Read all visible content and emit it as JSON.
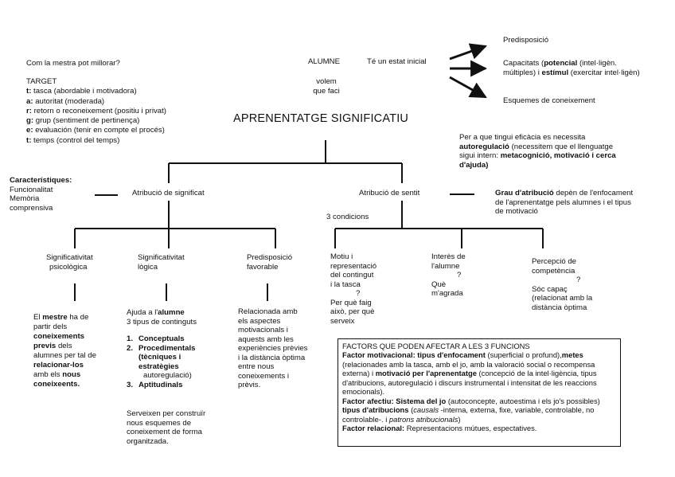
{
  "top_left": {
    "question": "Com la mestra pot millorar?",
    "target_heading": "TARGET",
    "items": [
      {
        "key": "t:",
        "text": " tasca (abordable i motivadora)"
      },
      {
        "key": "a:",
        "text": " autoritat (moderada)"
      },
      {
        "key": "r:",
        "text": " retorn o reconeixement (positiu i privat)"
      },
      {
        "key": "g:",
        "text": " grup (sentiment de pertinença)"
      },
      {
        "key": "e:",
        "text": " evaluación (tenir en compte el procés)"
      },
      {
        "key": "t:",
        "text": " temps (control del temps)"
      }
    ]
  },
  "alumne": {
    "label": "ALUMNE",
    "state": "Té un estat inicial",
    "volem_line1": "volem",
    "volem_line2": "que faci"
  },
  "right_top": {
    "predisposicio": "Predisposició",
    "capacitats_pre": "Capacitats (",
    "potencial": "potencial",
    "capacitats_mid": " (intel·ligèn.",
    "capacitats_line2_pre": "múltiples) i ",
    "estimul": "estímul",
    "capacitats_line2_post": " (exercitar intel·ligèn)",
    "esquemes": "Esquemes de coneixement"
  },
  "main_title": "APRENENTATGE SIGNIFICATIU",
  "autoregulacio": {
    "line1": "Per a que tingui eficàcia es necessita",
    "line2_bold": "autoregulació",
    "line2_rest": " (necessitem que el llenguatge",
    "line3_pre": "sigui intern: ",
    "line3_bold": "metacognició, motivació i cerca",
    "line4_bold": "d'ajuda)"
  },
  "caracteristiques": {
    "heading": "Característiques:",
    "lines": [
      "Funcionalitat",
      "Memòria",
      "comprensiva"
    ]
  },
  "atribucio_significat": "Atribució de significat",
  "atribucio_sentit": "Atribució de sentit",
  "grau": {
    "bold": "Grau d'atribució",
    "line1_rest": " depèn de l'enfocament",
    "line2": "de l'aprenentatge pels alumnes i el tipus",
    "line3": "de motivació"
  },
  "tres_condicions": "3 condicions",
  "significat_children": {
    "psicologica": [
      "Significativitat",
      "psicològica"
    ],
    "logica": [
      "Significativitat",
      "lògica"
    ],
    "predisposicio": [
      "Predisposició",
      "favorable"
    ]
  },
  "mestre": {
    "l1_pre": "El ",
    "l1_bold": "mestre",
    "l1_post": " ha de",
    "l2": "partir dels",
    "l3_bold": "coneixements",
    "l4_bold": "previs",
    "l4_post": " dels",
    "l5": "alumnes per tal de",
    "l6_bold": "relacionar-los",
    "l7_pre": "amb els ",
    "l7_bold": "nous",
    "l8_bold": "coneixeents."
  },
  "ajuda": {
    "l1_pre": "Ajuda a l'",
    "l1_bold": "alumne",
    "l2": "3 tipus de continguts",
    "types": [
      {
        "n": "1.",
        "name": "Conceptuals",
        "sub": ""
      },
      {
        "n": "2.",
        "name": "Procedimentals",
        "sub": ""
      },
      {
        "n": "3.",
        "name": "Aptitudinals",
        "sub": ""
      }
    ],
    "proc_extra1": "(tècniques i",
    "proc_extra2": "estratègies",
    "proc_extra3": "autoregulació)",
    "serveixen": [
      "Serveixen per construïr",
      "nous esquemes de",
      "coneixement de forma",
      "organitzada."
    ]
  },
  "relacionada": [
    "Relacionada amb",
    "els aspectes",
    "motivacionals i",
    "aquests amb les",
    "experiències prèvies",
    "i la distància òptima",
    "entre nous",
    "coneixements i",
    "prèvis."
  ],
  "sentit_children": {
    "motiu": [
      "Motiu i",
      "representació",
      "del contingut",
      "i la tasca"
    ],
    "motiu_q": "?",
    "motiu_sub": [
      "Per què faig",
      "això, per què",
      "serveix"
    ],
    "interes": [
      "Interès de",
      "l'alumne"
    ],
    "interes_q": "?",
    "interes_sub": [
      "Què",
      "m'agrada"
    ],
    "percepcio": [
      "Percepció de",
      "competència"
    ],
    "percepcio_q": "?",
    "percepcio_sub": [
      "Sóc capaç",
      "(relacionat amb la",
      "distància òptima"
    ]
  },
  "factors": {
    "heading": "FACTORS QUE PODEN AFECTAR A LES 3 FUNCIONS",
    "f1_bold": "Factor motivacional: tipus d'enfocament",
    "f1_a": " (superficial o profund),",
    "f1_metes": "metes",
    "f1_b": " (relacionades amb la tasca, amb el jo, amb la valoració social o recompensa externa) i ",
    "f1_motiv": "motivació per l'aprenentatge",
    "f1_c": " (concepció de la intel·ligència, tipus d'atribucions, autoregulació i discurs instrumental i intensitat de les reaccions emocionals).",
    "f2_bold": "Factor afectiu: Sistema del jo",
    "f2_a": " (autoconcepte, autoestima i els jo's possibles) ",
    "f2_tipus": "tipus d'atribucions",
    "f2_b": " (",
    "f2_causals": "causals",
    "f2_c": " -interna, externa, fixe, variable, controlable, no controlable-. i ",
    "f2_patrons": "patrons atribucionals",
    "f2_d": ")",
    "f3_bold": "Factor relacional:",
    "f3_a": " Representacions mútues, espectatives."
  }
}
